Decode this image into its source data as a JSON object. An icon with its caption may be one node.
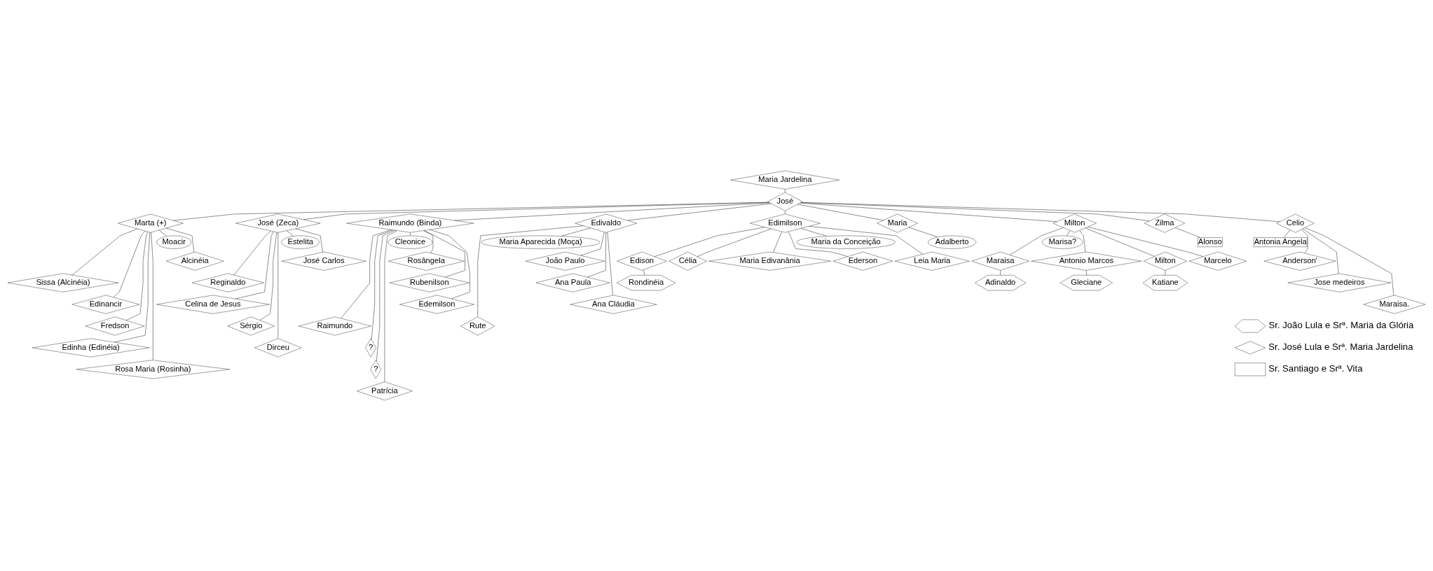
{
  "diagram": {
    "nodes": [
      {
        "text": [
          "José"
        ]
      },
      {
        "text": [
          "Maria Jardelina"
        ]
      },
      {
        "text": [
          "Marta (+)"
        ]
      },
      {
        "text": [
          "José (Zeca)"
        ]
      },
      {
        "text": [
          "Raimundo (Binda)"
        ]
      },
      {
        "text": [
          "Edivaldo"
        ]
      },
      {
        "text": [
          "Edimilson"
        ]
      },
      {
        "text": [
          "Maria"
        ]
      },
      {
        "text": [
          "Milton"
        ]
      },
      {
        "text": [
          "Zilma"
        ]
      },
      {
        "text": [
          "Celio"
        ]
      },
      {
        "text": [
          "Moacir"
        ]
      },
      {
        "text": [
          "Estelita"
        ]
      },
      {
        "text": [
          "Cleonice"
        ]
      },
      {
        "text": [
          "Maria Aparecida (Moça)"
        ]
      },
      {
        "text": [
          "Maria da Conceição"
        ]
      },
      {
        "text": [
          "Adalberto"
        ]
      },
      {
        "text": [
          "Marisa?"
        ]
      },
      {
        "text": [
          "Alonso"
        ]
      },
      {
        "text": [
          "Antonia Angela"
        ]
      },
      {
        "text": [
          "Alcinéia"
        ]
      },
      {
        "text": [
          "Sissa (Alcinéia)"
        ]
      },
      {
        "text": [
          "Edinancir"
        ]
      },
      {
        "text": [
          "Fredson"
        ]
      },
      {
        "text": [
          "Edinha (Edinéia)"
        ]
      },
      {
        "text": [
          "Rosa Maria (Rosinha)"
        ]
      },
      {
        "text": [
          "José Carlos"
        ]
      },
      {
        "text": [
          "Reginaldo"
        ]
      },
      {
        "text": [
          "Celina de Jesus"
        ]
      },
      {
        "text": [
          "Sérgio"
        ]
      },
      {
        "text": [
          "Dirceu"
        ]
      },
      {
        "text": [
          "Rosângela"
        ]
      },
      {
        "text": [
          "Rubenilson"
        ]
      },
      {
        "text": [
          "Edemilson"
        ]
      },
      {
        "text": [
          "Raimundo"
        ]
      },
      {
        "text": [
          "?"
        ]
      },
      {
        "text": [
          "?"
        ]
      },
      {
        "text": [
          "Patrícia"
        ]
      },
      {
        "text": [
          "João Paulo"
        ]
      },
      {
        "text": [
          "Ana Paula"
        ]
      },
      {
        "text": [
          "Ana Cláudia"
        ]
      },
      {
        "text": [
          "Rute"
        ]
      },
      {
        "text": [
          "Leia Maria"
        ]
      },
      {
        "text": [
          "Edison"
        ]
      },
      {
        "text": [
          "Célia"
        ]
      },
      {
        "text": [
          "Maria Edivanânia"
        ]
      },
      {
        "text": [
          "Ederson"
        ]
      },
      {
        "text": [
          "Antonio Marcos"
        ]
      },
      {
        "text": [
          "Milton"
        ]
      },
      {
        "text": [
          "Marcelo"
        ]
      },
      {
        "text": [
          "Maraisa"
        ]
      },
      {
        "text": [
          "Anderson'"
        ]
      },
      {
        "text": [
          "Jose medeiros"
        ]
      },
      {
        "text": [
          "Maraisa."
        ]
      },
      {
        "text": [
          "Rondinéia"
        ]
      },
      {
        "text": [
          "Gleciane"
        ]
      },
      {
        "text": [
          "Katiane"
        ]
      },
      {
        "text": [
          "Adinaldo"
        ]
      }
    ],
    "edges": [
      {
        "from": 1,
        "to": 0,
        "arrow": "none"
      },
      {
        "from": 0,
        "to": 2,
        "arrow": "none"
      },
      {
        "from": 0,
        "to": 3,
        "arrow": "none"
      },
      {
        "from": 0,
        "to": 4,
        "arrow": "none"
      },
      {
        "from": 0,
        "to": 5,
        "arrow": "none"
      },
      {
        "from": 0,
        "to": 6,
        "arrow": "none"
      },
      {
        "from": 0,
        "to": 7,
        "arrow": "none"
      },
      {
        "from": 0,
        "to": 8,
        "arrow": "none"
      },
      {
        "from": 0,
        "to": 9,
        "arrow": "none"
      },
      {
        "from": 0,
        "to": 10,
        "arrow": "none"
      },
      {
        "from": 2,
        "to": 11,
        "arrow": "none"
      },
      {
        "from": 3,
        "to": 12,
        "arrow": "none"
      },
      {
        "from": 4,
        "to": 13,
        "arrow": "none"
      },
      {
        "from": 5,
        "to": 14,
        "arrow": "none"
      },
      {
        "from": 6,
        "to": 15,
        "arrow": "none"
      },
      {
        "from": 7,
        "to": 16,
        "arrow": "none"
      },
      {
        "from": 8,
        "to": 17,
        "arrow": "none"
      },
      {
        "from": 9,
        "to": 18,
        "arrow": "none"
      },
      {
        "from": 10,
        "to": 19,
        "arrow": "none"
      },
      {
        "from": 2,
        "to": 20,
        "arrow": "none"
      },
      {
        "from": 2,
        "to": 21,
        "arrow": "none"
      },
      {
        "from": 2,
        "to": 22,
        "arrow": "none"
      },
      {
        "from": 2,
        "to": 23,
        "arrow": "none"
      },
      {
        "from": 2,
        "to": 24,
        "arrow": "none"
      },
      {
        "from": 2,
        "to": 25,
        "arrow": "none"
      },
      {
        "from": 3,
        "to": 26,
        "arrow": "none"
      },
      {
        "from": 3,
        "to": 27,
        "arrow": "none"
      },
      {
        "from": 3,
        "to": 28,
        "arrow": "none"
      },
      {
        "from": 3,
        "to": 29,
        "arrow": "none"
      },
      {
        "from": 3,
        "to": 30,
        "arrow": "none"
      },
      {
        "from": 4,
        "to": 31,
        "arrow": "none"
      },
      {
        "from": 4,
        "to": 32,
        "arrow": "none"
      },
      {
        "from": 4,
        "to": 33,
        "arrow": "none"
      },
      {
        "from": 4,
        "to": 34,
        "arrow": "none"
      },
      {
        "from": 4,
        "to": 35,
        "arrow": "none"
      },
      {
        "from": 4,
        "to": 36,
        "arrow": "none"
      },
      {
        "from": 4,
        "to": 37,
        "arrow": "none"
      },
      {
        "from": 5,
        "to": 38,
        "arrow": "none"
      },
      {
        "from": 5,
        "to": 39,
        "arrow": "none"
      },
      {
        "from": 5,
        "to": 40,
        "arrow": "none"
      },
      {
        "from": 5,
        "to": 41,
        "arrow": "none"
      },
      {
        "from": 6,
        "to": 42,
        "arrow": "none"
      },
      {
        "from": 6,
        "to": 43,
        "arrow": "none"
      },
      {
        "from": 6,
        "to": 44,
        "arrow": "none"
      },
      {
        "from": 6,
        "to": 45,
        "arrow": "none"
      },
      {
        "from": 6,
        "to": 46,
        "arrow": "none"
      },
      {
        "from": 8,
        "to": 47,
        "arrow": "none"
      },
      {
        "from": 8,
        "to": 48,
        "arrow": "none"
      },
      {
        "from": 8,
        "to": 49,
        "arrow": "none"
      },
      {
        "from": 8,
        "to": 50,
        "arrow": "none"
      },
      {
        "from": 10,
        "to": 51,
        "arrow": "none"
      },
      {
        "from": 10,
        "to": 52,
        "arrow": "none"
      },
      {
        "from": 10,
        "to": 53,
        "arrow": "none"
      },
      {
        "from": 43,
        "to": 54,
        "arrow": "none"
      },
      {
        "from": 47,
        "to": 55,
        "arrow": "none"
      },
      {
        "from": 48,
        "to": 56,
        "arrow": "none"
      },
      {
        "from": 50,
        "to": 57,
        "arrow": "none"
      }
    ],
    "legend": [
      {
        "text": "Sr. João Lula e Srª. Maria da Glória"
      },
      {
        "text": "Sr. José Lula e Srª. Maria Jardelina"
      },
      {
        "text": "Sr. Santiago e Srª. Vita"
      }
    ]
  }
}
